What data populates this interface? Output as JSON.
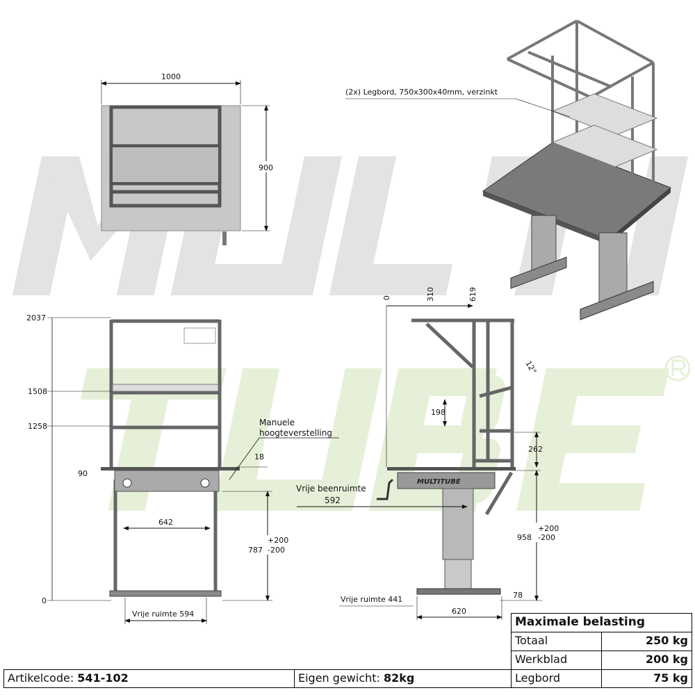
{
  "watermark": {
    "line1": "MULTI",
    "line2": "TUBE",
    "registered": "®",
    "color1": "#e3e3e3",
    "color2": "#e6f0d8"
  },
  "top_view": {
    "width_dim": "1000",
    "depth_dim": "900"
  },
  "front_view": {
    "heights": [
      "2037",
      "1508",
      "1258",
      "90",
      "0"
    ],
    "dim_642": "642",
    "dim_18": "18",
    "height_range": {
      "plus": "+200",
      "base": "787",
      "minus": "-200"
    },
    "callout_line1": "Manuele",
    "callout_line2": "hoogteverstelling",
    "free_space": "Vrije ruimte 594"
  },
  "side_view": {
    "top_dims": [
      "0",
      "310",
      "619"
    ],
    "dim_198": "198",
    "dim_262": "262",
    "angle": "12°",
    "height_range": {
      "plus": "+200",
      "base": "958",
      "minus": "-200"
    },
    "dim_78": "78",
    "dim_620": "620",
    "legroom_label": "Vrije beenruimte",
    "legroom_value": "592",
    "free_space": "Vrije ruimte 441",
    "brand": "MULTITUBE"
  },
  "iso_view": {
    "callout": "(2x) Legbord, 750x300x40mm, verzinkt"
  },
  "load_table": {
    "title": "Maximale belasting",
    "rows": [
      {
        "label": "Totaal",
        "value": "250 kg"
      },
      {
        "label": "Werkblad",
        "value": "200 kg"
      },
      {
        "label": "Legbord",
        "value": "75 kg"
      }
    ]
  },
  "footer": {
    "article_label": "Artikelcode: ",
    "article_value": "541-102",
    "weight_label": "Eigen gewicht: ",
    "weight_value": "82kg"
  }
}
